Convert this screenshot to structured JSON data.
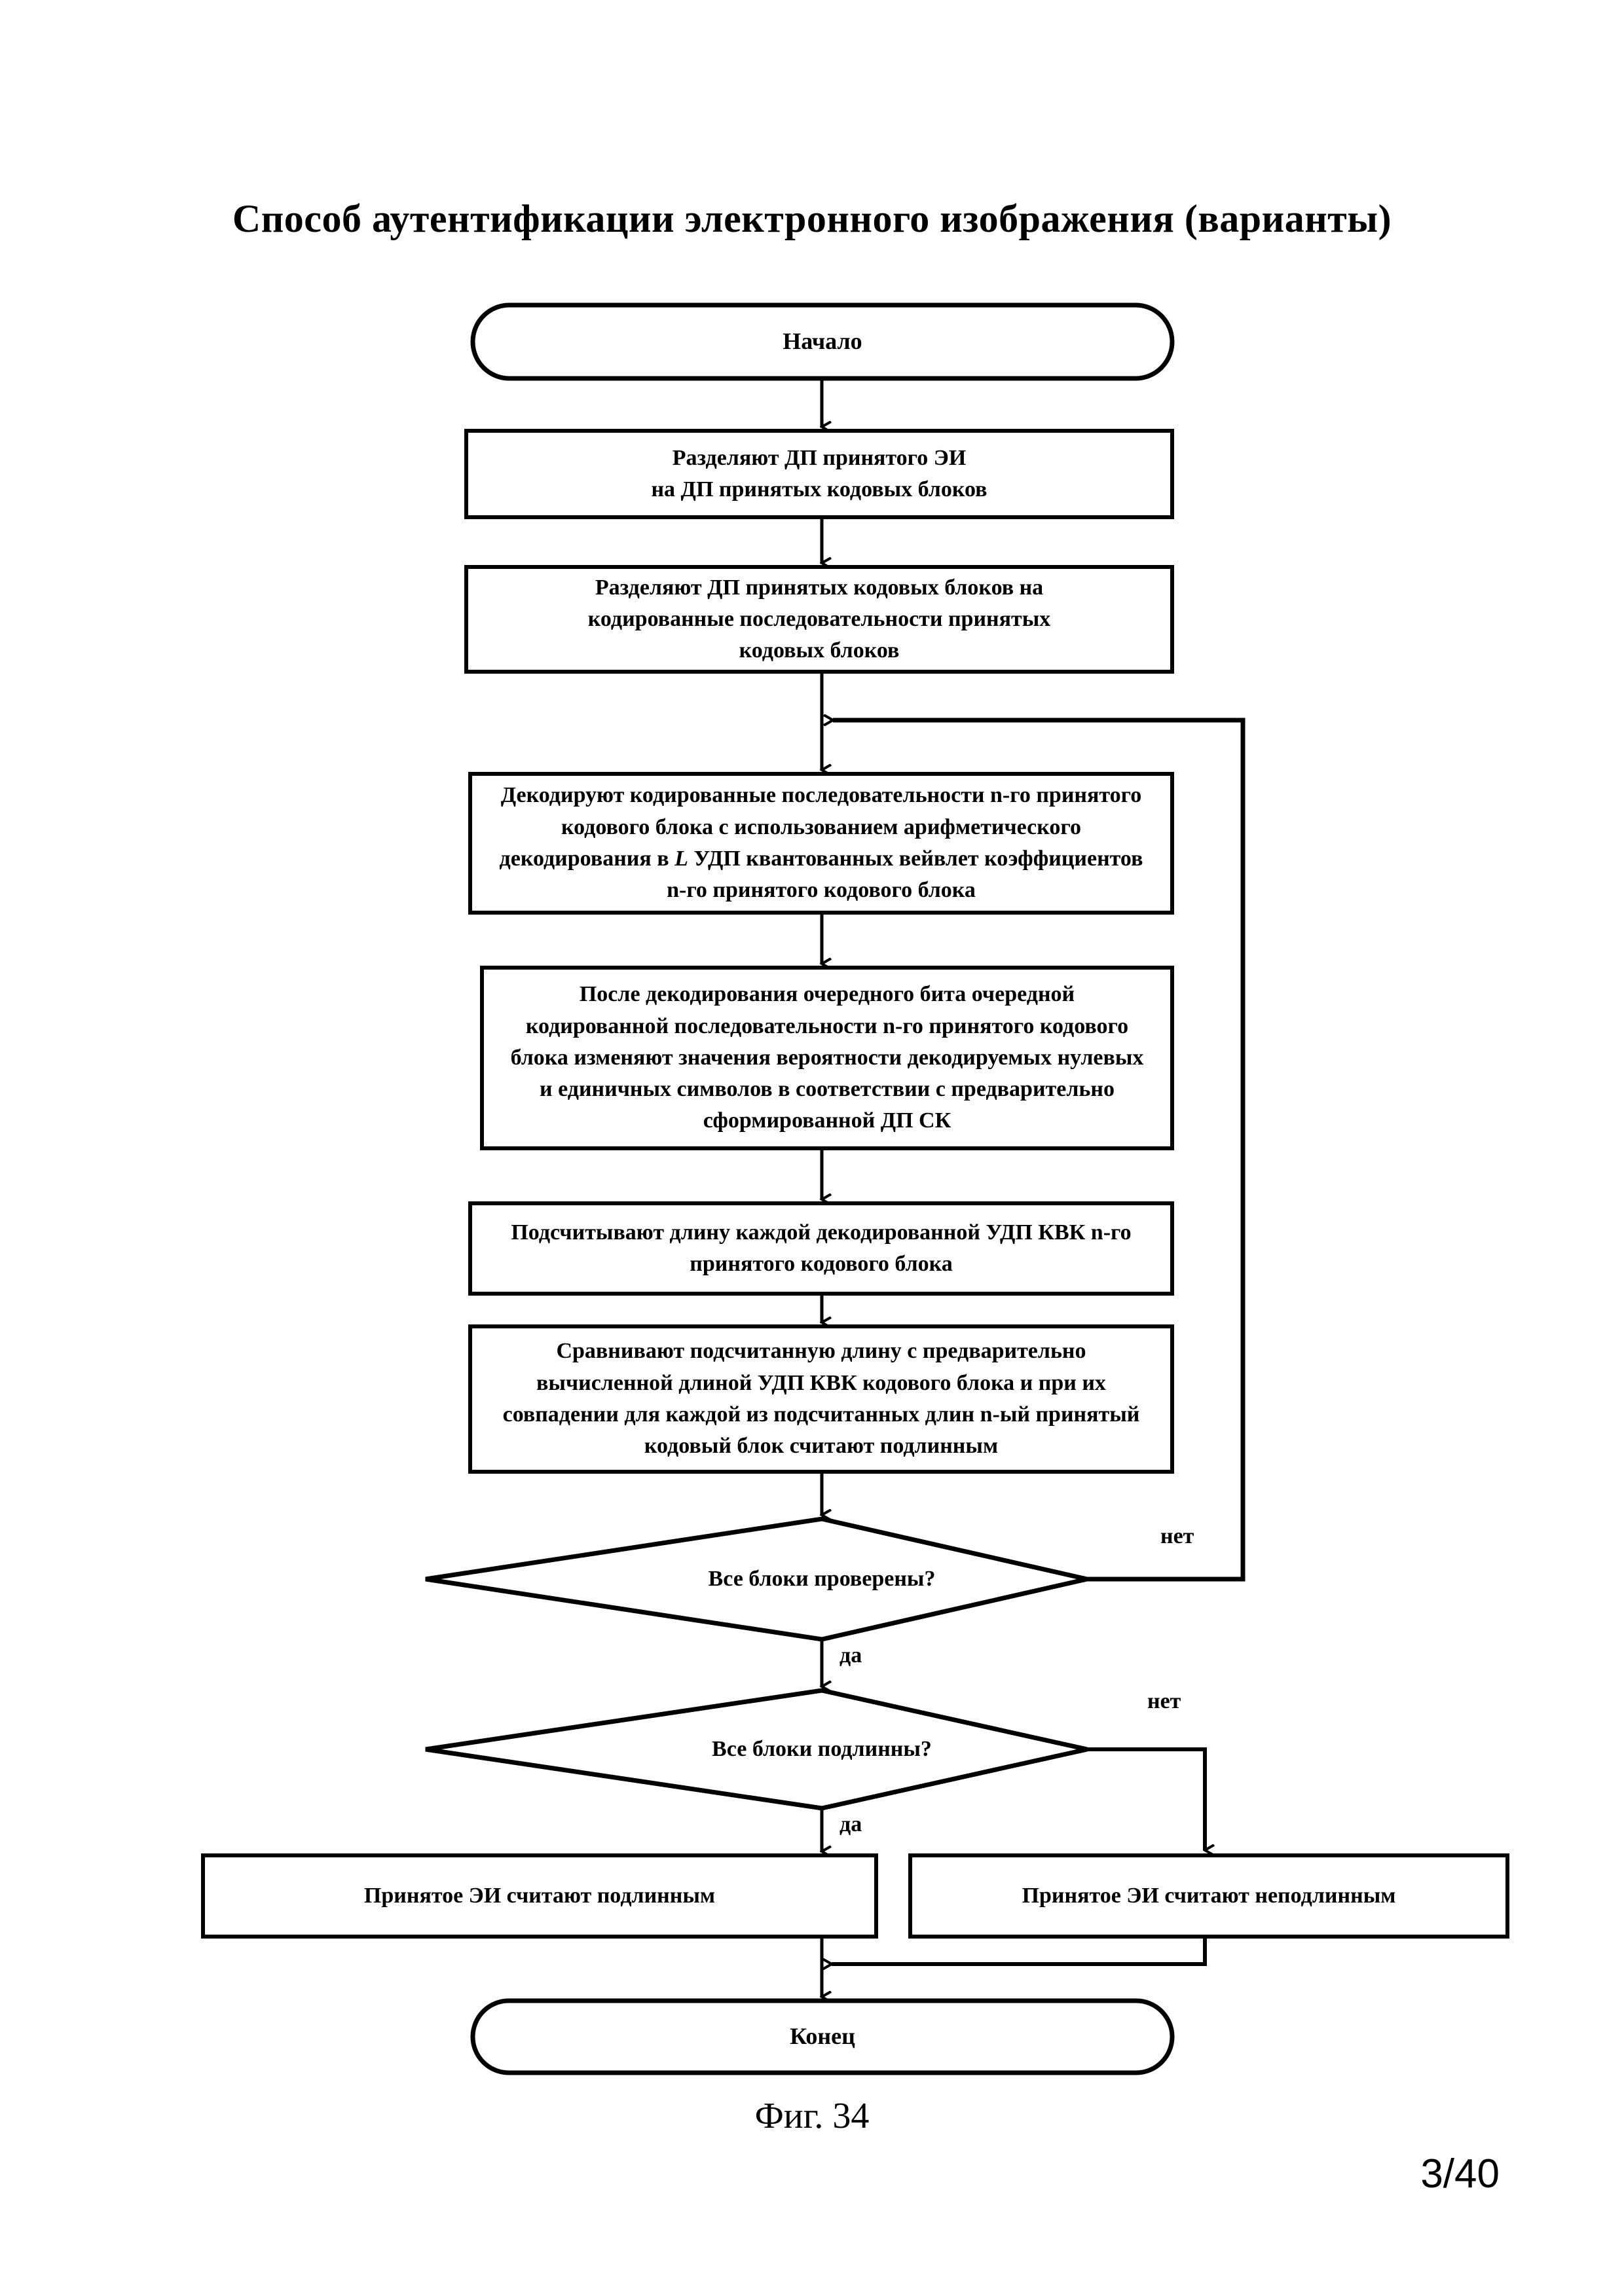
{
  "document": {
    "title": "Способ аутентификации электронного изображения (варианты)",
    "figure_caption": "Фиг. 34",
    "page_number": "3/40"
  },
  "flowchart": {
    "nodes": [
      {
        "id": "start",
        "shape": "terminator",
        "text": "Начало"
      },
      {
        "id": "split-dp",
        "shape": "process",
        "lines": [
          "Разделяют ДП принятого ЭИ",
          "на ДП принятых кодовых блоков"
        ]
      },
      {
        "id": "split-blocks",
        "shape": "process",
        "lines": [
          "Разделяют ДП принятых кодовых блоков на",
          "кодированные последовательности принятых",
          "кодовых блоков"
        ]
      },
      {
        "id": "decode",
        "shape": "process",
        "lines": [
          "Декодируют кодированные последовательности n-го принятого",
          "кодового блока с использованием арифметического",
          "декодирования в <i>L</i> УДП квантованных вейвлет коэффициентов",
          "n-го принятого кодового блока"
        ]
      },
      {
        "id": "update-prob",
        "shape": "process",
        "lines": [
          "После декодирования очередного бита очередной",
          "кодированной последовательности n-го принятого кодового",
          "блока изменяют значения вероятности декодируемых нулевых",
          "и единичных символов в соответствии с предварительно",
          "сформированной ДП СК"
        ]
      },
      {
        "id": "count-length",
        "shape": "process",
        "lines": [
          "Подсчитывают длину каждой декодированной УДП КВК n-го",
          "принятого кодового блока"
        ]
      },
      {
        "id": "compare-length",
        "shape": "process",
        "lines": [
          "Сравнивают подсчитанную длину с предварительно",
          "вычисленной длиной УДП КВК кодового блока и при их",
          "совпадении для  каждой из подсчитанных длин n-ый принятый",
          "кодовый блок считают подлинным"
        ]
      },
      {
        "id": "all-checked",
        "shape": "decision",
        "text": "Все блоки проверены?"
      },
      {
        "id": "all-authentic",
        "shape": "decision",
        "text": "Все блоки подлинны?"
      },
      {
        "id": "authentic",
        "shape": "process",
        "lines": [
          "Принятое ЭИ считают подлинным"
        ]
      },
      {
        "id": "not-authentic",
        "shape": "process",
        "lines": [
          "Принятое ЭИ считают неподлинным"
        ]
      },
      {
        "id": "end",
        "shape": "terminator",
        "text": "Конец"
      }
    ],
    "edge_labels": {
      "all_checked_no": "нет",
      "all_checked_yes": "да",
      "all_authentic_no": "нет",
      "all_authentic_yes": "да"
    },
    "colors": {
      "stroke": "#000000",
      "fill": "#ffffff",
      "text": "#000000"
    }
  }
}
